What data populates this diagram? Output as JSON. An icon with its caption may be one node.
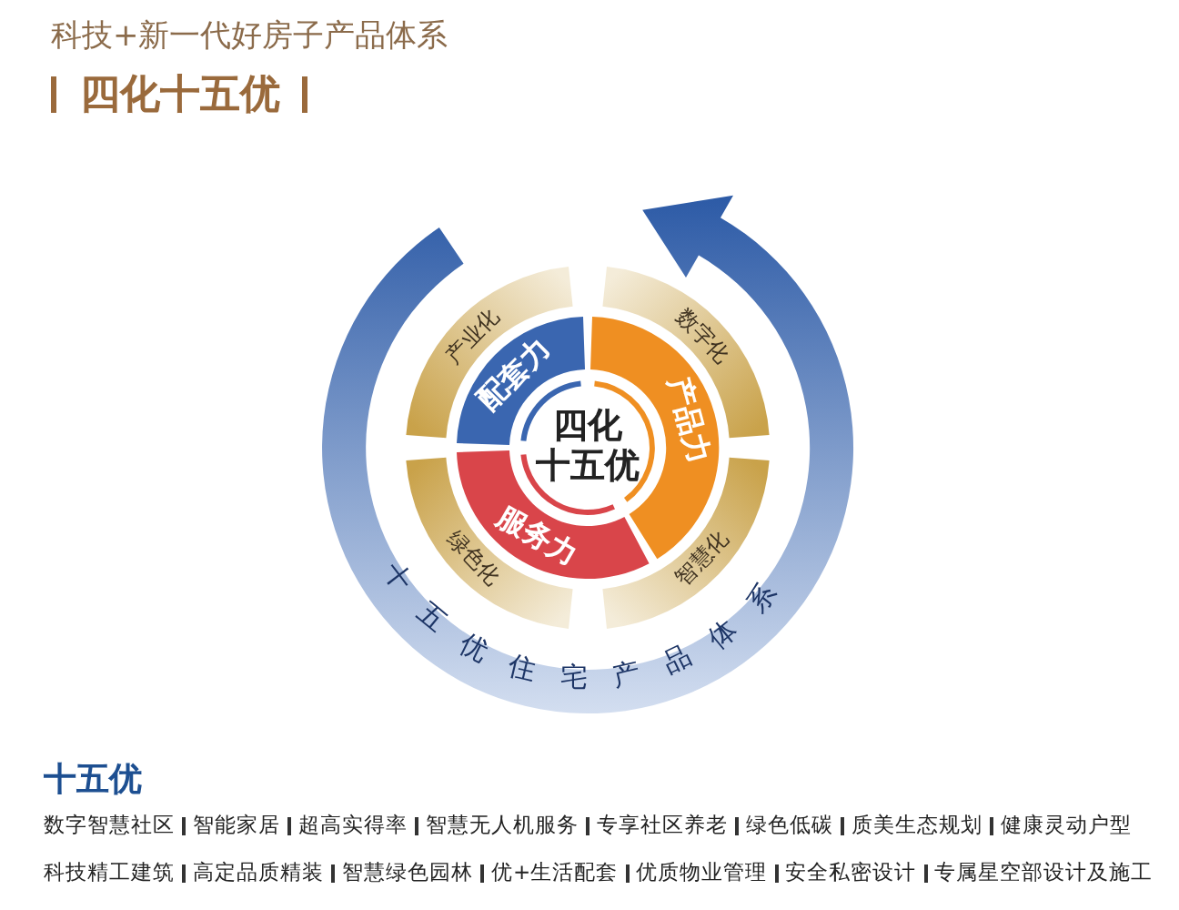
{
  "diagram": {
    "title": "科技+新一代好房子产品体系",
    "nodes": [
      {
        "text": [
          "四化十五优"
        ]
      },
      {
        "text": [
          "配套力"
        ]
      },
      {
        "text": [
          "产品力"
        ]
      },
      {
        "text": [
          "服务力"
        ]
      },
      {
        "text": [
          "产业化"
        ]
      },
      {
        "text": [
          "数字化"
        ]
      },
      {
        "text": [
          "智慧化"
        ]
      },
      {
        "text": [
          "绿色化"
        ]
      },
      {
        "text": [
          "十五优住宅产品体系"
        ]
      }
    ],
    "labels": [
      "四化十五优",
      "十五优",
      "数字智慧社区",
      "智能家居",
      "超高实得率",
      "智慧无人机服务",
      "专享社区养老",
      "绿色低碳",
      "质美生态规划",
      "健康灵动户型",
      "科技精工建筑",
      "高定品质精装",
      "智慧绿色园林",
      "优+生活配套",
      "优质物业管理",
      "安全私密设计",
      "专属星空部设计及施工"
    ]
  }
}
